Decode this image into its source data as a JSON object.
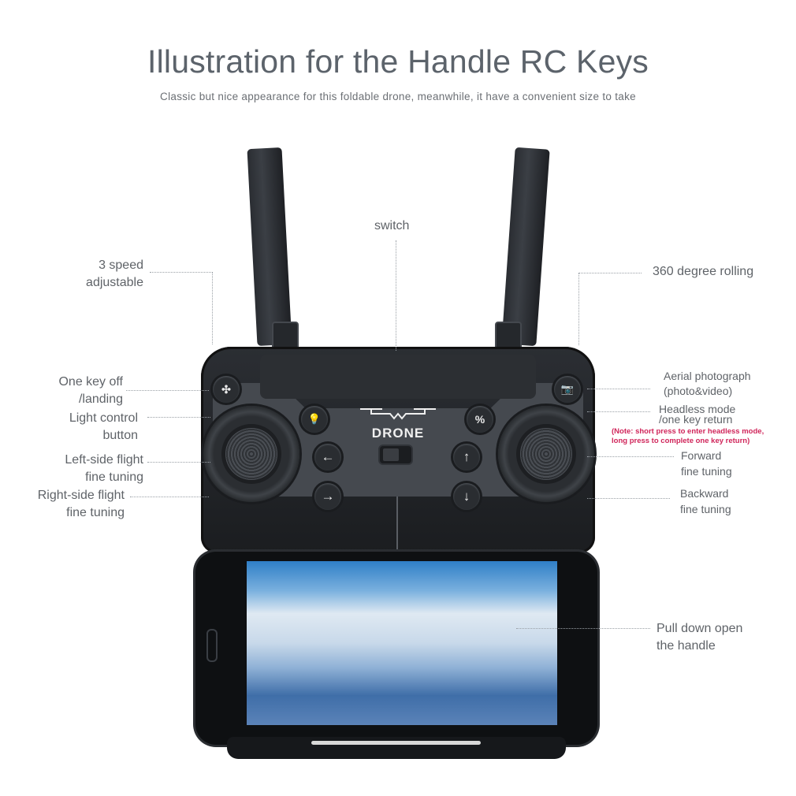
{
  "header": {
    "title": "Illustration for the Handle RC Keys",
    "subtitle": "Classic but nice appearance for this foldable drone, meanwhile, it have a convenient size to take"
  },
  "labels": {
    "switch": "switch",
    "speed": [
      "3 speed",
      "adjustable"
    ],
    "rolling": "360 degree rolling",
    "one_key": [
      "One key off",
      "/landing"
    ],
    "light": [
      "Light control",
      "button"
    ],
    "left_tuning": [
      "Left-side flight",
      "fine tuning"
    ],
    "right_tuning": [
      "Right-side flight",
      "fine tuning"
    ],
    "aerial": [
      "Aerial photograph",
      "(photo&video)"
    ],
    "headless": [
      "Headless mode",
      "/one key return"
    ],
    "headless_note": [
      "(Note: short press to enter headless mode,",
      "long press to complete one key return)"
    ],
    "forward": [
      "Forward",
      "fine tuning"
    ],
    "backward": [
      "Backward",
      "fine tuning"
    ],
    "pull_down": [
      "Pull down open",
      "the handle"
    ]
  },
  "controller": {
    "logo": "DRONE",
    "buttons": {
      "takeoff_icon": "✣",
      "light_icon": "💡",
      "left_icon": "←",
      "right_icon": "→",
      "forward_icon": "↑",
      "backward_icon": "↓",
      "camera_icon": "📷",
      "headless_icon": "%"
    }
  },
  "colors": {
    "title": "#5c636b",
    "note": "#d0255a",
    "body": "#2b2e33",
    "panel": "#45494f"
  }
}
